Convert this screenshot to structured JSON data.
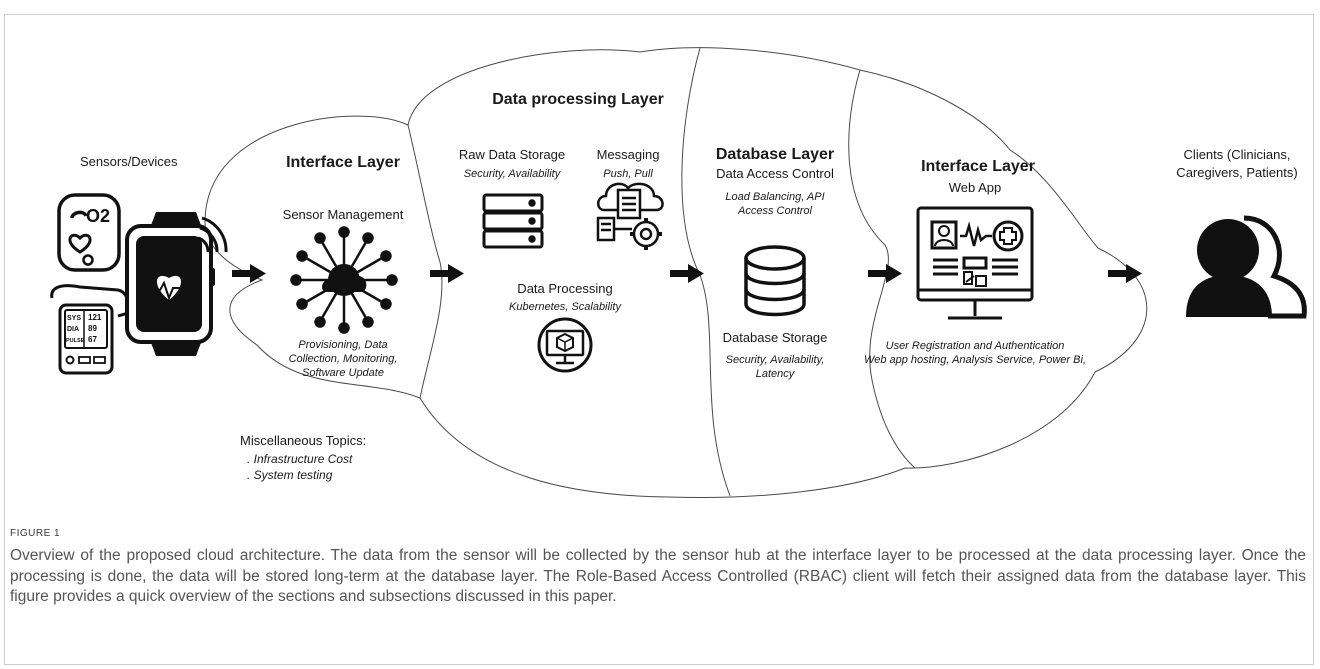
{
  "diagram": {
    "sensors_title": "Sensors/Devices",
    "interface_left": {
      "title": "Interface Layer",
      "item": "Sensor Management",
      "details": [
        "Provisioning, Data",
        "Collection, Monitoring,",
        "Software Update"
      ]
    },
    "processing": {
      "title": "Data processing Layer",
      "raw_storage": "Raw Data Storage",
      "raw_storage_sub": "Security, Availability",
      "messaging": "Messaging",
      "messaging_sub": "Push, Pull",
      "data_processing": "Data Processing",
      "data_processing_sub": "Kubernetes, Scalability"
    },
    "database": {
      "title": "Database Layer",
      "access": "Data Access Control",
      "access_sub": [
        "Load Balancing, API",
        "Access Control"
      ],
      "storage": "Database Storage",
      "storage_sub": [
        "Security, Availability,",
        "Latency"
      ]
    },
    "interface_right": {
      "title": "Interface Layer",
      "item": "Web App",
      "details": [
        "User Registration and Authentication",
        "Web app hosting, Analysis Service, Power Bi,"
      ]
    },
    "clients": [
      "Clients (Clinicians,",
      "Caregivers, Patients)"
    ],
    "misc": {
      "title": "Miscellaneous Topics:",
      "items": [
        ". Infrastructure Cost",
        ". System testing"
      ]
    },
    "device_text": {
      "o2": "O2",
      "bp_labels": [
        "SYS",
        "DIA",
        "PULSE"
      ],
      "bp_values": [
        "121",
        "89",
        "67"
      ]
    }
  },
  "caption": {
    "tag": "FIGURE 1",
    "text": "Overview of the proposed cloud architecture. The data from the sensor will be collected by the sensor hub at the interface layer to be processed at the data processing layer. Once the processing is done, the data will be stored long-term at the database layer. The Role-Based Access Controlled (RBAC) client will fetch their assigned data from the database layer. This figure provides a quick overview of the sections and subsections discussed in this paper."
  }
}
